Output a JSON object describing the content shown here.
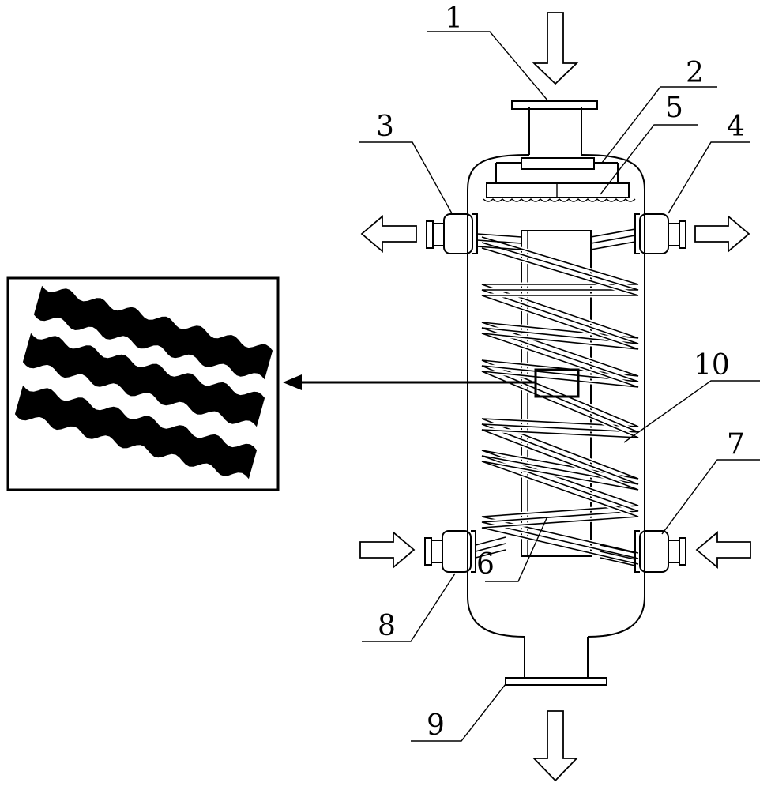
{
  "labels": {
    "l1": "1",
    "l2": "2",
    "l3": "3",
    "l4": "4",
    "l5": "5",
    "l6": "6",
    "l7": "7",
    "l8": "8",
    "l9": "9",
    "l10": "10"
  },
  "colors": {
    "line": "#000000",
    "background": "#ffffff",
    "detail_fill": "#000000"
  }
}
